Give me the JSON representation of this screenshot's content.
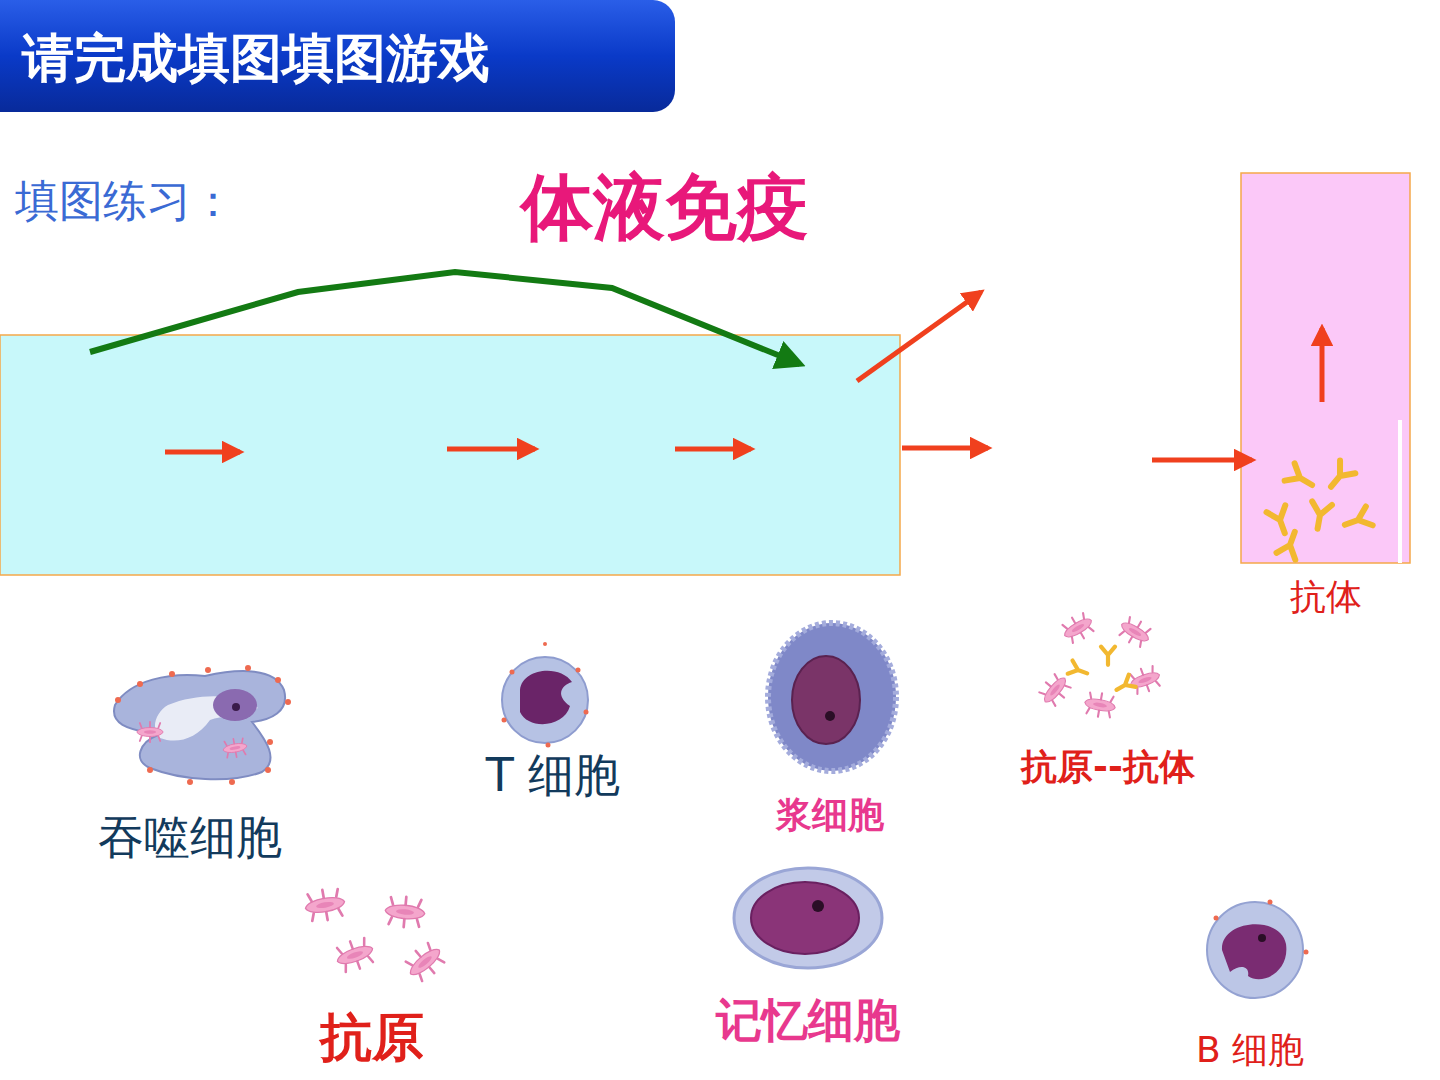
{
  "diagram": {
    "title": "请完成填图填图游戏",
    "nodes": [
      {
        "text": [
          "抗体"
        ]
      },
      {
        "text": [
          "吞噬细胞"
        ]
      },
      {
        "text": [
          "T 细胞"
        ]
      },
      {
        "text": [
          "浆细胞"
        ]
      },
      {
        "text": [
          "抗原--抗体"
        ]
      },
      {
        "text": [
          "抗原"
        ]
      },
      {
        "text": [
          "记忆细胞"
        ]
      },
      {
        "text": [
          "B 细胞"
        ]
      }
    ],
    "labels": [
      "填图练习：",
      "体液免疫"
    ]
  }
}
